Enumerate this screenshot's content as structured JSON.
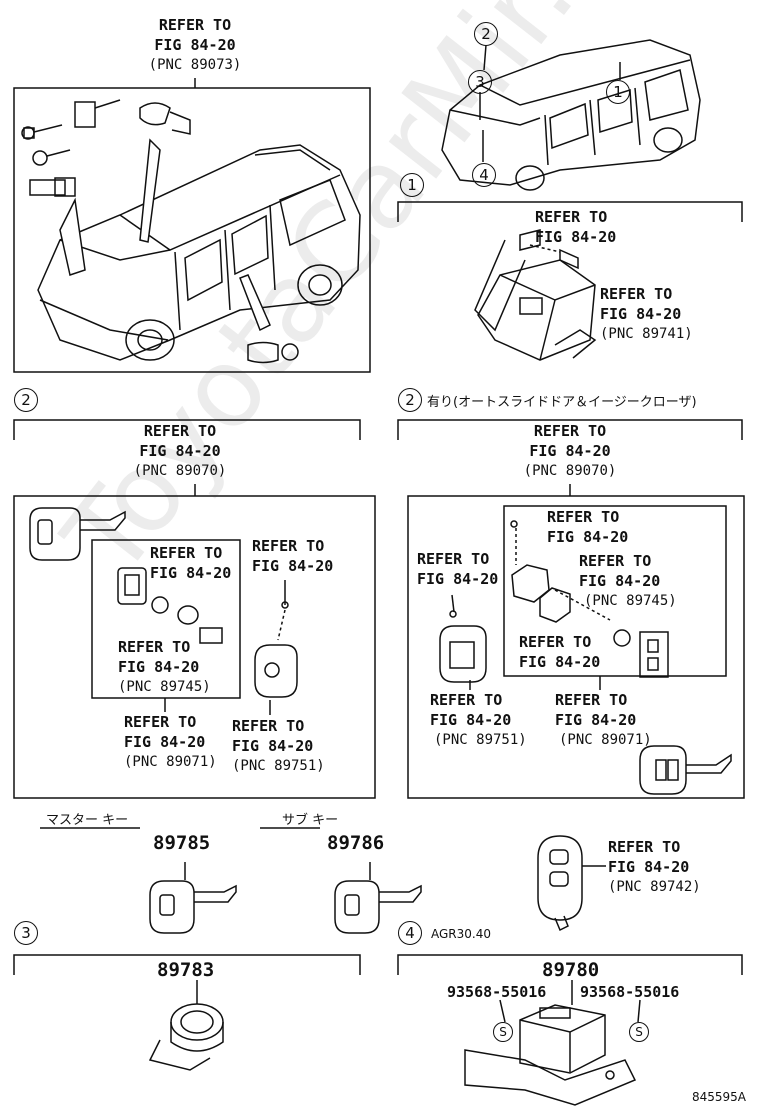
{
  "watermark": "ToyotaCarMir.ru",
  "callouts": {
    "c1": "1",
    "c2": "2",
    "c3": "3",
    "c4": "4"
  },
  "overview": {
    "refer": [
      "REFER TO",
      "FIG 84-20",
      "(PNC 89073)"
    ]
  },
  "section1": {
    "marker": "1",
    "refer_a": [
      "REFER TO",
      "FIG 84-20"
    ],
    "refer_b": [
      "REFER TO",
      "FIG 84-20",
      "(PNC 89741)"
    ]
  },
  "section2_left": {
    "marker": "2",
    "top_refer": [
      "REFER TO",
      "FIG 84-20",
      "(PNC 89070)"
    ],
    "inner_refer_1": [
      "REFER TO",
      "FIG 84-20"
    ],
    "inner_refer_2": [
      "REFER TO",
      "FIG 84-20",
      "(PNC 89745)"
    ],
    "side_refer": [
      "REFER TO",
      "FIG 84-20"
    ],
    "bottom_refer_1": [
      "REFER TO",
      "FIG 84-20",
      "(PNC 89071)"
    ],
    "bottom_refer_2": [
      "REFER TO",
      "FIG 84-20",
      "(PNC 89751)"
    ]
  },
  "section2_right": {
    "marker": "2",
    "note": "有り(オートスライドドア＆イージークローザ)",
    "top_refer": [
      "REFER TO",
      "FIG 84-20",
      "(PNC 89070)"
    ],
    "inner_refer_1": [
      "REFER TO",
      "FIG 84-20"
    ],
    "side_refer": [
      "REFER TO",
      "FIG 84-20"
    ],
    "inner_refer_2": [
      "REFER TO",
      "FIG 84-20",
      "(PNC 89745)"
    ],
    "inner_refer_3": [
      "REFER TO",
      "FIG 84-20"
    ],
    "bottom_refer_1": [
      "REFER TO",
      "FIG 84-20",
      "(PNC 89751)"
    ],
    "bottom_refer_2": [
      "REFER TO",
      "FIG 84-20",
      "(PNC 89071)"
    ]
  },
  "keys": {
    "master_label": "マスター キー",
    "master_pn": "89785",
    "sub_label": "サブ キー",
    "sub_pn": "89786",
    "remote_refer": [
      "REFER TO",
      "FIG 84-20",
      "(PNC 89742)"
    ]
  },
  "section3": {
    "marker": "3",
    "pn": "89783"
  },
  "section4": {
    "marker": "4",
    "note": "AGR30.40",
    "pn": "89780",
    "bolt_left": "93568-55016",
    "bolt_right": "93568-55016",
    "bolt_symbol": "S"
  },
  "figure_id": "845595A"
}
